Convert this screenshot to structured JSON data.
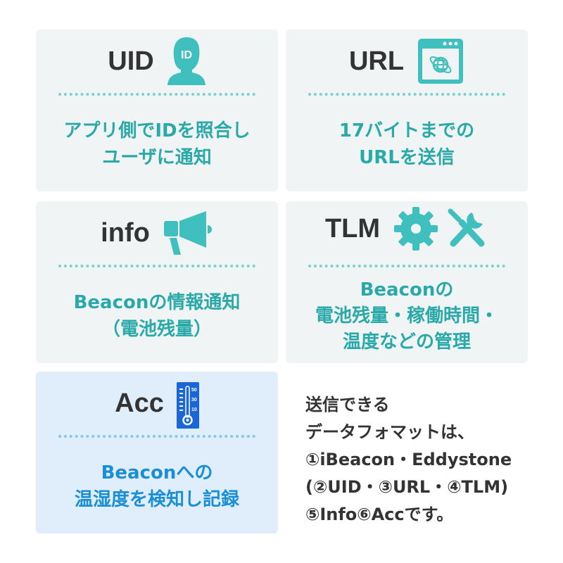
{
  "colors": {
    "teal": "#40bfbf",
    "teal_text": "#2aa9a9",
    "blue": "#1a66d6",
    "blue_text": "#1a8fd6",
    "card_bg": "#f0f4f5",
    "card_bg_blue": "#dfeefa",
    "title": "#333333"
  },
  "cards": [
    {
      "title": "UID",
      "icon": "user-id-icon",
      "icon_label": "ID",
      "desc_lines": [
        "アプリ側でIDを照合し",
        "ユーザに通知"
      ]
    },
    {
      "title": "URL",
      "icon": "browser-globe-icon",
      "desc_lines": [
        "17バイトまでの",
        "URLを送信"
      ]
    },
    {
      "title": "info",
      "icon": "megaphone-icon",
      "desc_lines": [
        "Beaconの情報通知",
        "（電池残量）"
      ]
    },
    {
      "title": "TLM",
      "icon": "gear-wrench-icon",
      "desc_lines": [
        "Beaconの",
        "電池残量・稼働時間・",
        "温度などの管理"
      ]
    },
    {
      "title": "Acc",
      "icon": "thermometer-icon",
      "thermo_ticks": [
        "50",
        "30",
        "10"
      ],
      "desc_lines": [
        "Beaconへの",
        "温湿度を検知し記録"
      ]
    }
  ],
  "note": {
    "lines": [
      "送信できる",
      "データフォマットは、",
      "①iBeacon・Eddystone",
      "(②UID・③URL・④TLM)",
      "⑤Info⑥Accです。"
    ]
  }
}
